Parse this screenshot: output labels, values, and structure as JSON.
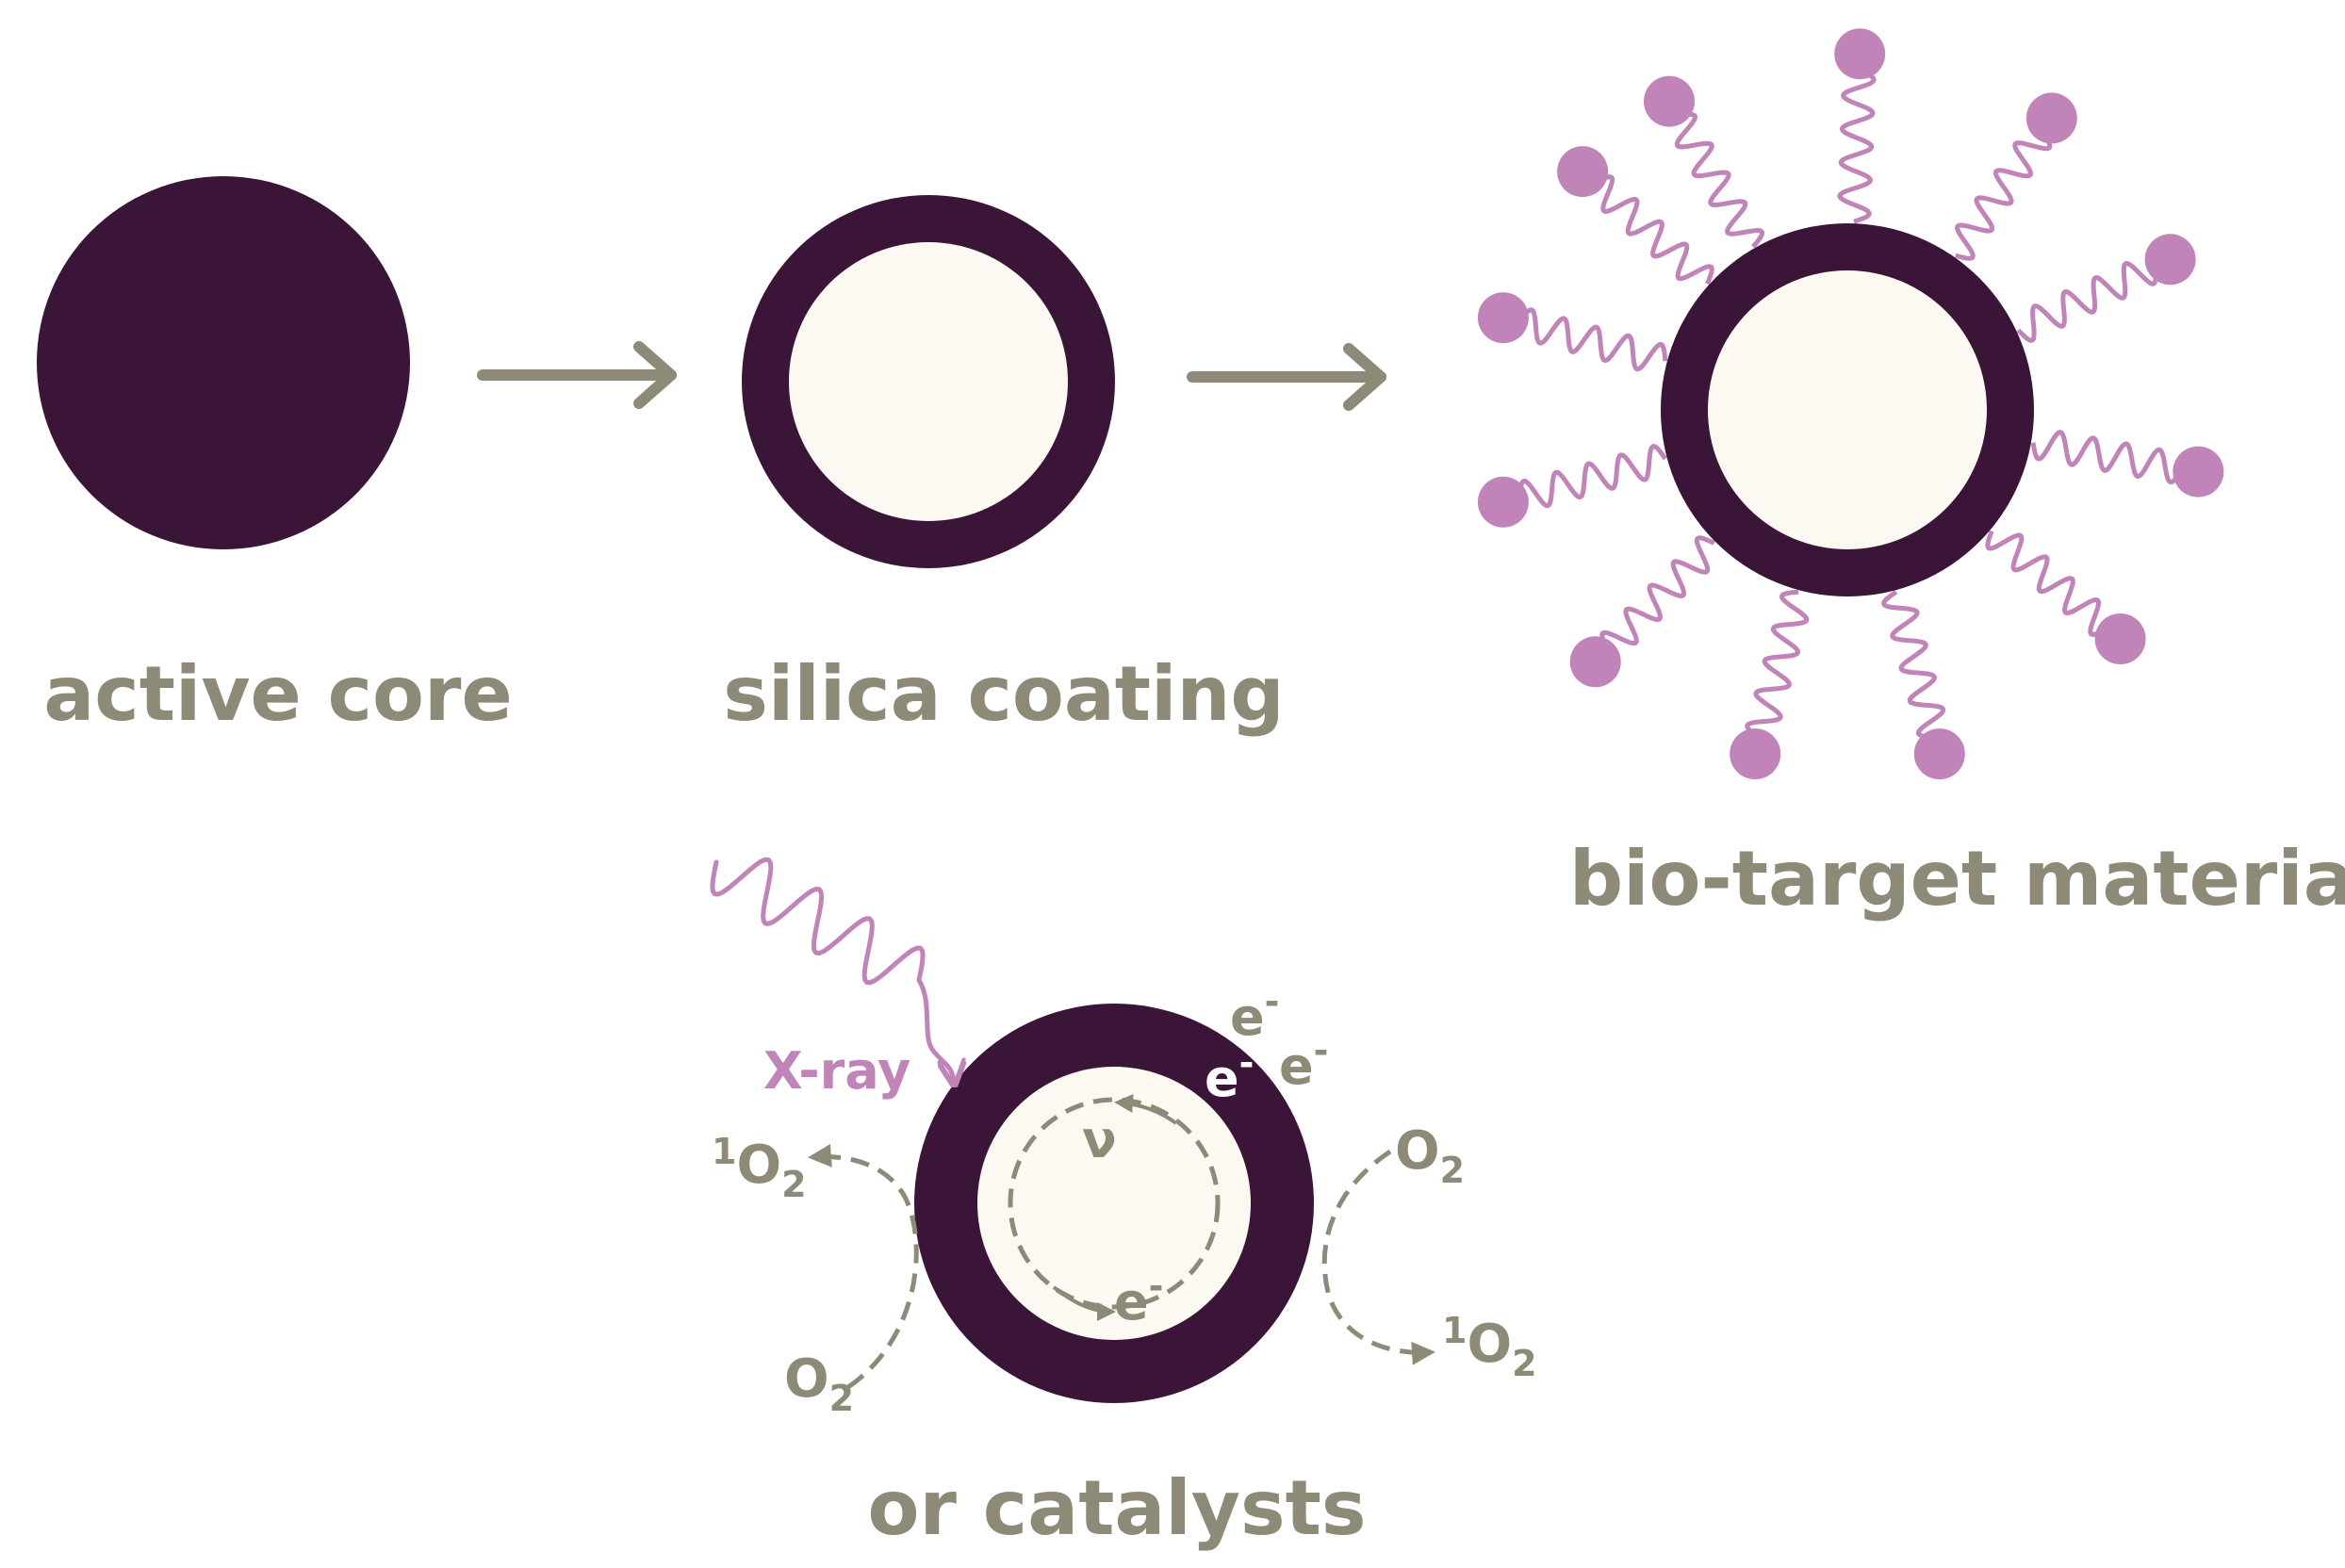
{
  "colors": {
    "core": "#3b1538",
    "inner": "#fbf9f1",
    "arrow": "#8e8a78",
    "label": "#8e8a78",
    "ligand": "#c084b9",
    "background": "#ffffff"
  },
  "labels": {
    "active_core": "active core",
    "silica_coating": "silica coating",
    "bio_target_material": "bio-target material",
    "or_catalysts": "or catalysts"
  },
  "catalyst": {
    "xray": "X-ray",
    "nu": "ν",
    "electron": "e",
    "electron_charge": "-",
    "singlet_prefix": "1",
    "oxygen": "O",
    "oxygen_sub": "2"
  }
}
